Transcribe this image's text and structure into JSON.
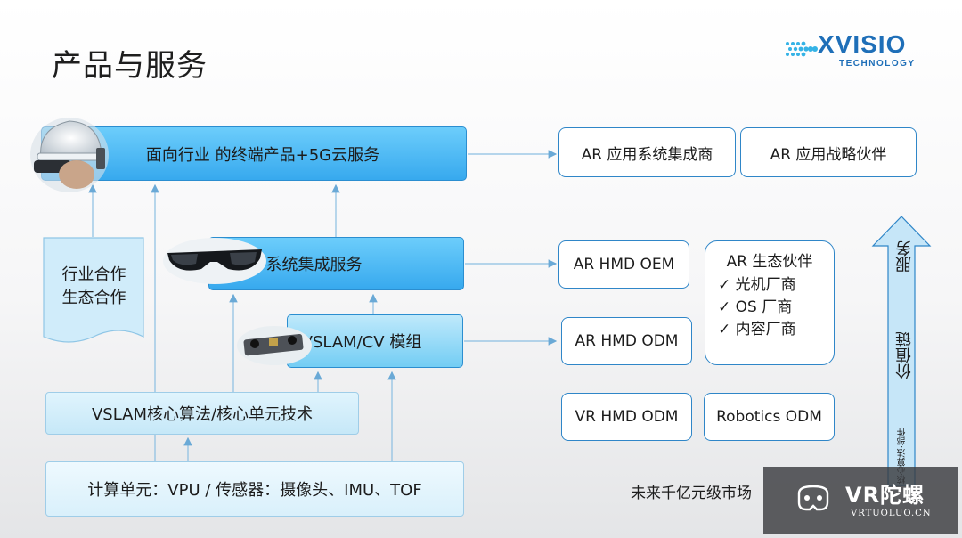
{
  "title": "产品与服务",
  "logo": {
    "word": "XVISIO",
    "sub": "TECHNOLOGY"
  },
  "boxes": {
    "industry_product": "面向行业 的终端产品+5G云服务",
    "system_integration": "系统集成服务",
    "vslam_module": "VSLAM/CV 模组",
    "core_algorithm": "VSLAM核心算法/核心单元技术",
    "compute_unit": "计算单元：VPU / 传感器：摄像头、IMU、TOF",
    "cooperation": "行业合作\n生态合作"
  },
  "outputs": {
    "ar_app_integrator": "AR 应用系统集成商",
    "ar_app_partner": "AR 应用战略伙伴",
    "ar_hmd_oem": "AR HMD OEM",
    "ar_hmd_odm": "AR HMD ODM",
    "vr_hmd_odm": "VR HMD ODM",
    "robotics_odm": "Robotics ODM"
  },
  "partners": {
    "title": "AR 生态伙伴",
    "items": [
      "✓  光机厂商",
      "✓  OS 厂商",
      "✓  内容厂商"
    ]
  },
  "market": "未来千亿元级市场",
  "value_arrow": {
    "top": "服务",
    "middle": "价值链",
    "bottom": "核心算法·部件"
  },
  "watermark": {
    "text": "VR陀螺",
    "sub": "VRTUOLUO.CN"
  },
  "colors": {
    "accent_blue": "#37a9ee",
    "light_blue": "#c6e8f8",
    "border_blue": "#2f86c8"
  }
}
